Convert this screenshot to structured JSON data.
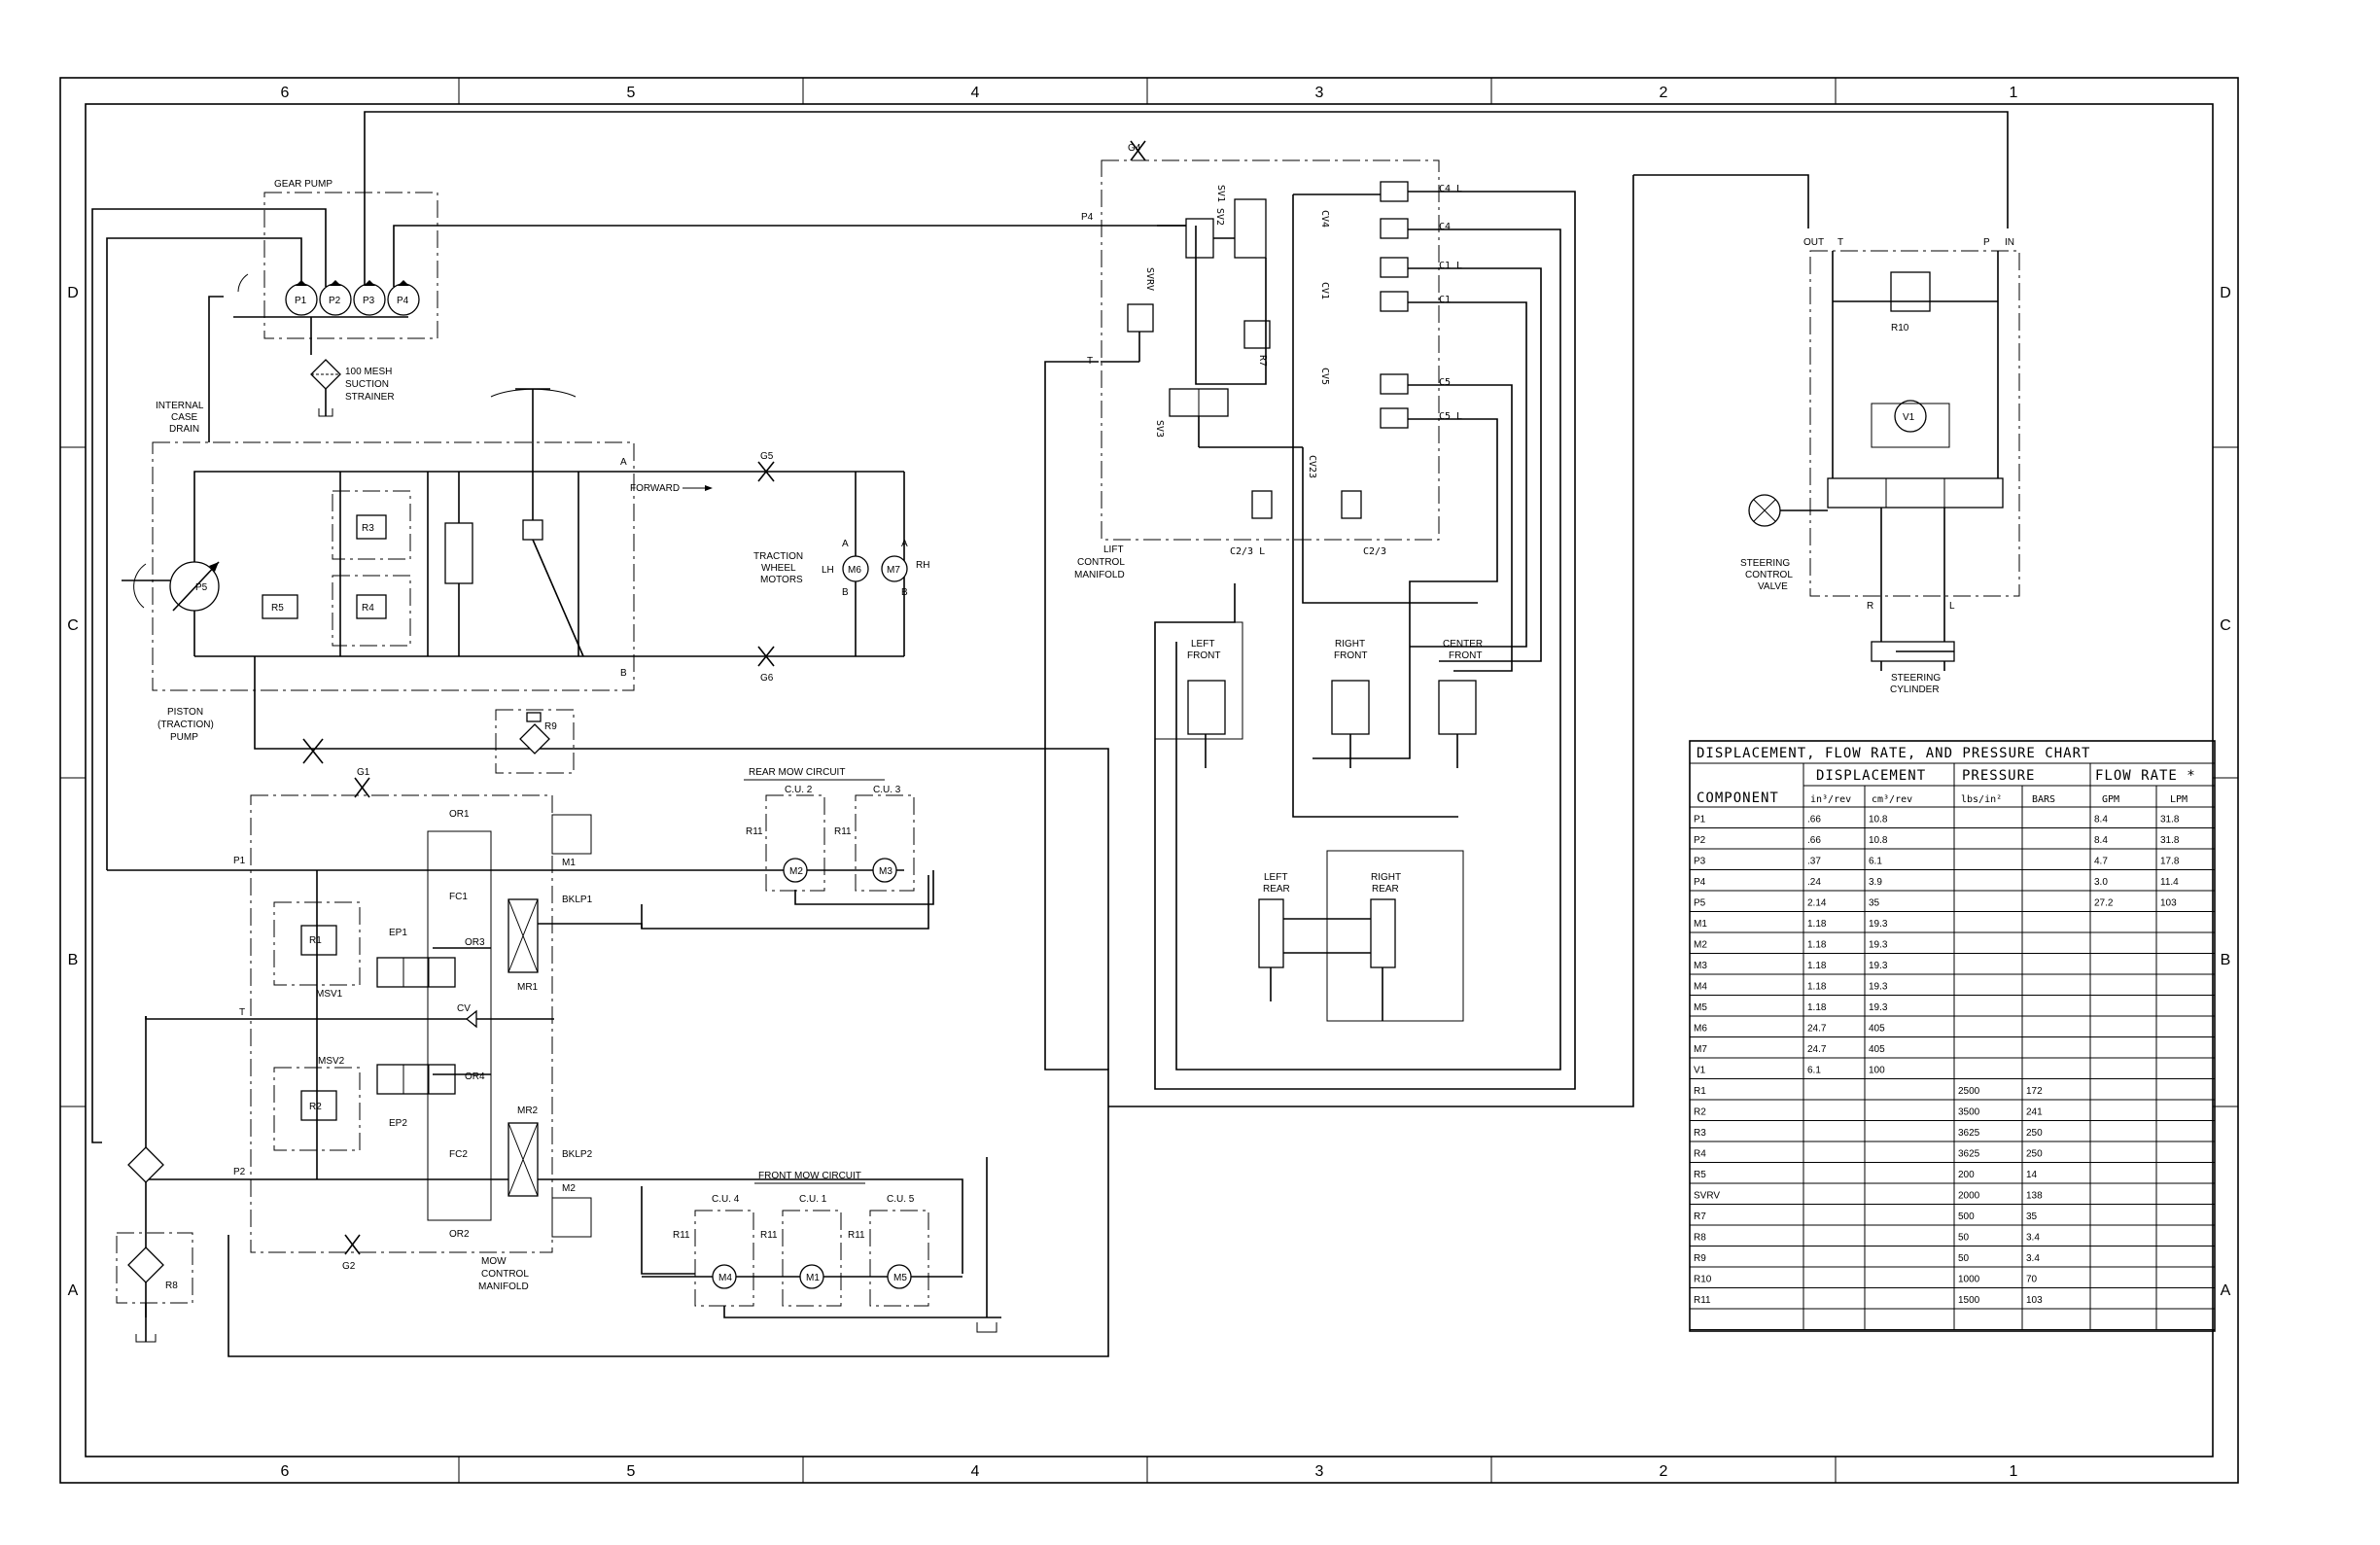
{
  "zones": {
    "columns": [
      "6",
      "5",
      "4",
      "3",
      "2",
      "1"
    ],
    "rows": [
      "D",
      "C",
      "B",
      "A"
    ]
  },
  "labels": {
    "gear_pump": "GEAR PUMP",
    "p1": "P1",
    "p2": "P2",
    "p3": "P3",
    "p4": "P4",
    "p5": "P5",
    "strainer_1": "100 MESH",
    "strainer_2": "SUCTION",
    "strainer_3": "STRAINER",
    "internal_1": "INTERNAL",
    "internal_2": "CASE",
    "internal_3": "DRAIN",
    "port_a": "A",
    "port_b": "B",
    "forward": "FORWARD",
    "g5": "G5",
    "g6": "G6",
    "g4": "G4",
    "g1": "G1",
    "g2": "G2",
    "traction_1": "TRACTION",
    "traction_2": "WHEEL",
    "traction_3": "MOTORS",
    "lh": "LH",
    "rh": "RH",
    "m6": "M6",
    "m7": "M7",
    "r3": "R3",
    "r4": "R4",
    "r5": "R5",
    "r9": "R9",
    "r8": "R8",
    "r10": "R10",
    "piston_1": "PISTON",
    "piston_2": "(TRACTION)",
    "piston_3": "PUMP",
    "lift_1": "LIFT",
    "lift_2": "CONTROL",
    "lift_3": "MANIFOLD",
    "p4_line": "P4",
    "t_line": "T",
    "sv1": "SV1",
    "sv2": "SV2",
    "sv3": "SV3",
    "svrv": "SVRV",
    "r7": "R7",
    "cv4": "CV4",
    "cv1": "CV1",
    "cv5": "CV5",
    "cv23": "CV23",
    "c4l": "C4 L",
    "c4": "C4",
    "c1l": "C1 L",
    "c1": "C1",
    "c5": "C5",
    "c5l": "C5 L",
    "c23l": "C2/3 L",
    "c23": "C2/3",
    "left_front_1": "LEFT",
    "left_front_2": "FRONT",
    "right_front_1": "RIGHT",
    "right_front_2": "FRONT",
    "center_front_1": "CENTER",
    "center_front_2": "FRONT",
    "left_rear_1": "LEFT",
    "left_rear_2": "REAR",
    "right_rear_1": "RIGHT",
    "right_rear_2": "REAR",
    "out": "OUT",
    "t_top": "T",
    "p_top": "P",
    "in": "IN",
    "v1": "V1",
    "steer_valve_1": "STEERING",
    "steer_valve_2": "CONTROL",
    "steer_valve_3": "VALVE",
    "r_port": "R",
    "l_port": "L",
    "steer_cyl_1": "STEERING",
    "steer_cyl_2": "CYLINDER",
    "rear_mow": "REAR MOW CIRCUIT",
    "front_mow": "FRONT MOW CIRCUIT",
    "cu1": "C.U. 1",
    "cu2": "C.U. 2",
    "cu3": "C.U. 3",
    "cu4": "C.U. 4",
    "cu5": "C.U. 5",
    "r11": "R11",
    "m1": "M1",
    "m2": "M2",
    "m3": "M3",
    "m4": "M4",
    "m5": "M5",
    "bklp1": "BKLP1",
    "bklp2": "BKLP2",
    "mr1": "MR1",
    "mr2": "MR2",
    "or1": "OR1",
    "or2": "OR2",
    "or3": "OR3",
    "or4": "OR4",
    "fc1": "FC1",
    "fc2": "FC2",
    "ep1": "EP1",
    "ep2": "EP2",
    "cv": "CV",
    "msv1": "MSV1",
    "msv2": "MSV2",
    "r1": "R1",
    "r2": "R2",
    "p1_line": "P1",
    "p2_line": "P2",
    "t_mid": "T",
    "mow_1": "MOW",
    "mow_2": "CONTROL",
    "mow_3": "MANIFOLD"
  },
  "chart": {
    "title": "DISPLACEMENT, FLOW RATE, AND PRESSURE CHART",
    "group_headers": [
      "DISPLACEMENT",
      "PRESSURE",
      "FLOW RATE *"
    ],
    "component_header": "COMPONENT",
    "unit_headers": [
      "in³/rev",
      "cm³/rev",
      "lbs/in²",
      "BARS",
      "GPM",
      "LPM"
    ],
    "rows": [
      [
        "P1",
        ".66",
        "10.8",
        "",
        "",
        "8.4",
        "31.8"
      ],
      [
        "P2",
        ".66",
        "10.8",
        "",
        "",
        "8.4",
        "31.8"
      ],
      [
        "P3",
        ".37",
        "6.1",
        "",
        "",
        "4.7",
        "17.8"
      ],
      [
        "P4",
        ".24",
        "3.9",
        "",
        "",
        "3.0",
        "11.4"
      ],
      [
        "P5",
        "2.14",
        "35",
        "",
        "",
        "27.2",
        "103"
      ],
      [
        "M1",
        "1.18",
        "19.3",
        "",
        "",
        "",
        ""
      ],
      [
        "M2",
        "1.18",
        "19.3",
        "",
        "",
        "",
        ""
      ],
      [
        "M3",
        "1.18",
        "19.3",
        "",
        "",
        "",
        ""
      ],
      [
        "M4",
        "1.18",
        "19.3",
        "",
        "",
        "",
        ""
      ],
      [
        "M5",
        "1.18",
        "19.3",
        "",
        "",
        "",
        ""
      ],
      [
        "M6",
        "24.7",
        "405",
        "",
        "",
        "",
        ""
      ],
      [
        "M7",
        "24.7",
        "405",
        "",
        "",
        "",
        ""
      ],
      [
        "V1",
        "6.1",
        "100",
        "",
        "",
        "",
        ""
      ],
      [
        "R1",
        "",
        "",
        "2500",
        "172",
        "",
        ""
      ],
      [
        "R2",
        "",
        "",
        "3500",
        "241",
        "",
        ""
      ],
      [
        "R3",
        "",
        "",
        "3625",
        "250",
        "",
        ""
      ],
      [
        "R4",
        "",
        "",
        "3625",
        "250",
        "",
        ""
      ],
      [
        "R5",
        "",
        "",
        "200",
        "14",
        "",
        ""
      ],
      [
        "SVRV",
        "",
        "",
        "2000",
        "138",
        "",
        ""
      ],
      [
        "R7",
        "",
        "",
        "500",
        "35",
        "",
        ""
      ],
      [
        "R8",
        "",
        "",
        "50",
        "3.4",
        "",
        ""
      ],
      [
        "R9",
        "",
        "",
        "50",
        "3.4",
        "",
        ""
      ],
      [
        "R10",
        "",
        "",
        "1000",
        "70",
        "",
        ""
      ],
      [
        "R11",
        "",
        "",
        "1500",
        "103",
        "",
        ""
      ],
      [
        "",
        "",
        "",
        "",
        "",
        "",
        ""
      ]
    ]
  }
}
